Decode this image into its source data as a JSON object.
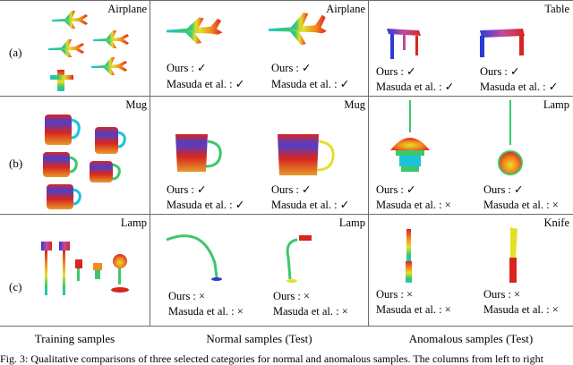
{
  "rows": [
    {
      "label": "(a)",
      "cells": [
        {
          "category": "Airplane"
        },
        {
          "category": "Airplane",
          "results": [
            {
              "ours": "Ours : ✓",
              "masuda": "Masuda et al. : ✓"
            },
            {
              "ours": "Ours : ✓",
              "masuda": "Masuda et al. : ✓"
            }
          ]
        },
        {
          "category": "Table",
          "results": [
            {
              "ours": "Ours : ✓",
              "masuda": "Masuda et al. : ✓"
            },
            {
              "ours": "Ours : ✓",
              "masuda": "Masuda et al. : ✓"
            }
          ]
        }
      ]
    },
    {
      "label": "(b)",
      "cells": [
        {
          "category": "Mug"
        },
        {
          "category": "Mug",
          "results": [
            {
              "ours": "Ours : ✓",
              "masuda": "Masuda et al. : ✓"
            },
            {
              "ours": "Ours : ✓",
              "masuda": "Masuda et al. : ✓"
            }
          ]
        },
        {
          "category": "Lamp",
          "results": [
            {
              "ours": "Ours : ✓",
              "masuda": "Masuda et al. : ×"
            },
            {
              "ours": "Ours : ✓",
              "masuda": "Masuda et al. : ×"
            }
          ]
        }
      ]
    },
    {
      "label": "(c)",
      "cells": [
        {
          "category": "Lamp"
        },
        {
          "category": "Lamp",
          "results": [
            {
              "ours": "Ours : ×",
              "masuda": "Masuda et al. : ×"
            },
            {
              "ours": "Ours : ×",
              "masuda": "Masuda et al. : ×"
            }
          ]
        },
        {
          "category": "Knife",
          "results": [
            {
              "ours": "Ours : ×",
              "masuda": "Masuda et al. : ×"
            },
            {
              "ours": "Ours : ×",
              "masuda": "Masuda et al. : ×"
            }
          ]
        }
      ]
    }
  ],
  "column_titles": [
    "Training samples",
    "Normal samples (Test)",
    "Anomalous samples (Test)"
  ],
  "caption": "Fig. 3: Qualitative comparisons of three selected categories for normal and anomalous samples. The columns from left to right",
  "colors": {
    "grid": "#6a6a6a",
    "red": "#d7261e",
    "orange": "#f28a1e",
    "yellow": "#e3e02a",
    "green": "#3cc86a",
    "cyan": "#1cc3d8",
    "blue": "#2a3bd6",
    "dark": "#1a1a8a"
  }
}
